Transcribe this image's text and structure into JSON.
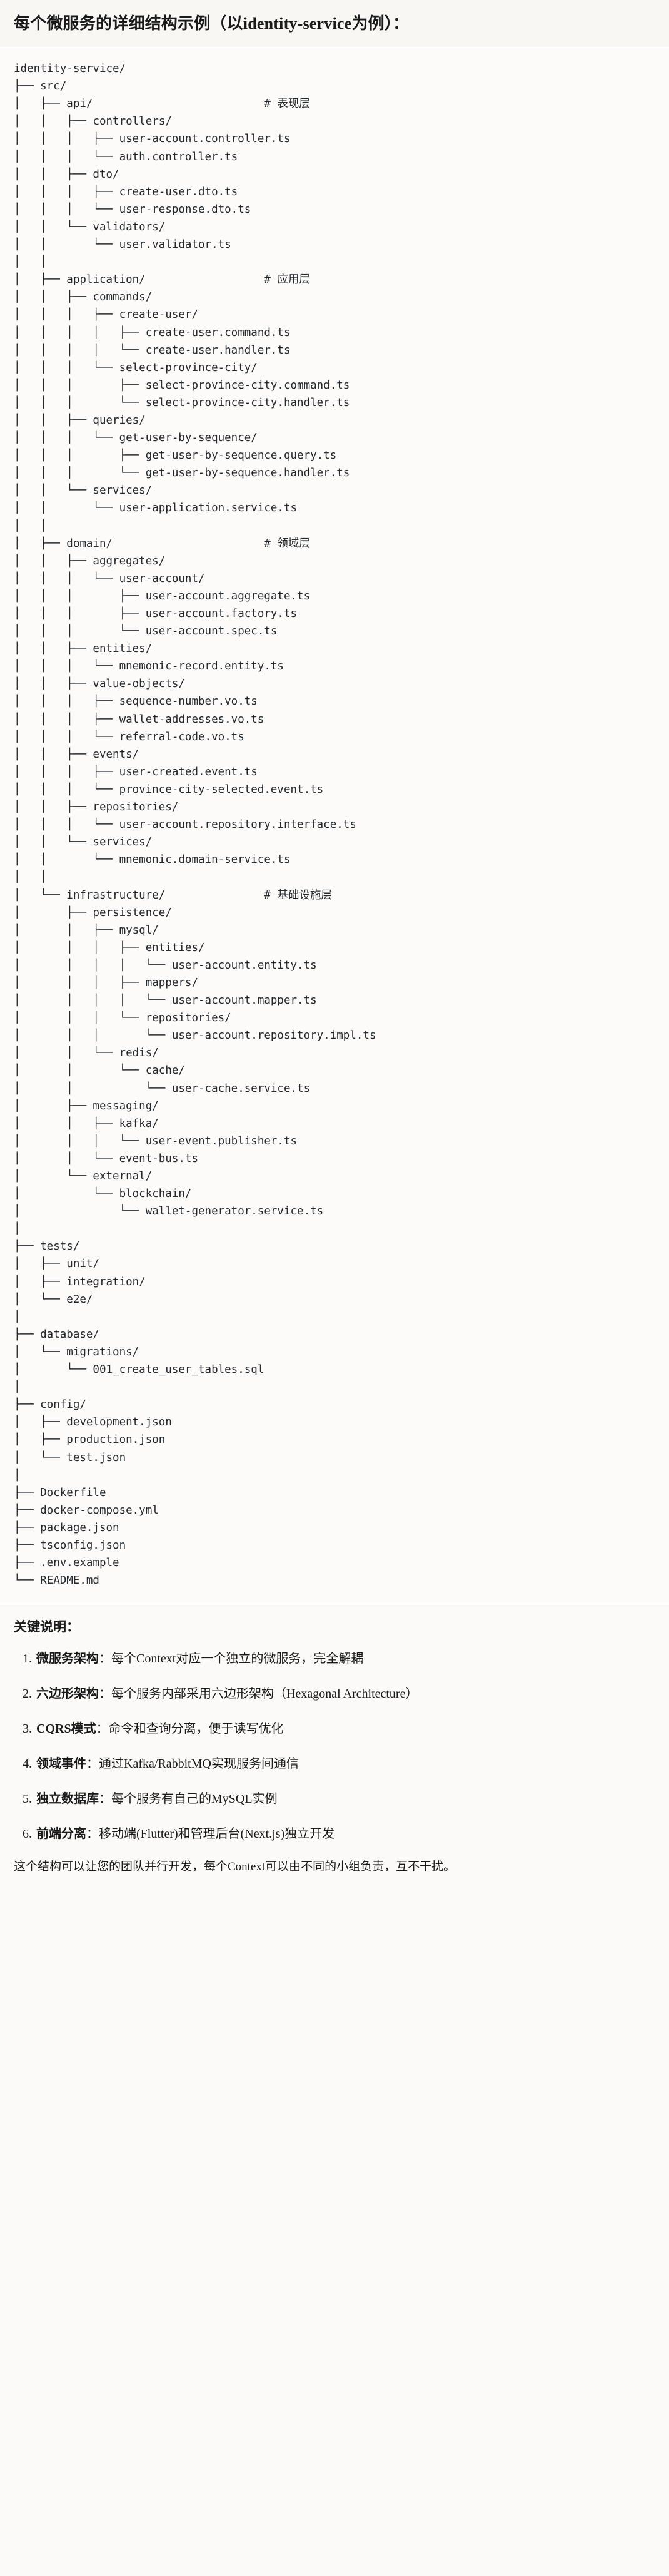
{
  "header": {
    "title": "每个微服务的详细结构示例（以identity-service为例）："
  },
  "tree": {
    "text": "identity-service/\n├── src/\n│   ├── api/                          # 表现层\n│   │   ├── controllers/\n│   │   │   ├── user-account.controller.ts\n│   │   │   └── auth.controller.ts\n│   │   ├── dto/\n│   │   │   ├── create-user.dto.ts\n│   │   │   └── user-response.dto.ts\n│   │   └── validators/\n│   │       └── user.validator.ts\n│   │\n│   ├── application/                  # 应用层\n│   │   ├── commands/\n│   │   │   ├── create-user/\n│   │   │   │   ├── create-user.command.ts\n│   │   │   │   └── create-user.handler.ts\n│   │   │   └── select-province-city/\n│   │   │       ├── select-province-city.command.ts\n│   │   │       └── select-province-city.handler.ts\n│   │   ├── queries/\n│   │   │   └── get-user-by-sequence/\n│   │   │       ├── get-user-by-sequence.query.ts\n│   │   │       └── get-user-by-sequence.handler.ts\n│   │   └── services/\n│   │       └── user-application.service.ts\n│   │\n│   ├── domain/                       # 领域层\n│   │   ├── aggregates/\n│   │   │   └── user-account/\n│   │   │       ├── user-account.aggregate.ts\n│   │   │       ├── user-account.factory.ts\n│   │   │       └── user-account.spec.ts\n│   │   ├── entities/\n│   │   │   └── mnemonic-record.entity.ts\n│   │   ├── value-objects/\n│   │   │   ├── sequence-number.vo.ts\n│   │   │   ├── wallet-addresses.vo.ts\n│   │   │   └── referral-code.vo.ts\n│   │   ├── events/\n│   │   │   ├── user-created.event.ts\n│   │   │   └── province-city-selected.event.ts\n│   │   ├── repositories/\n│   │   │   └── user-account.repository.interface.ts\n│   │   └── services/\n│   │       └── mnemonic.domain-service.ts\n│   │\n│   └── infrastructure/               # 基础设施层\n│       ├── persistence/\n│       │   ├── mysql/\n│       │   │   ├── entities/\n│       │   │   │   └── user-account.entity.ts\n│       │   │   ├── mappers/\n│       │   │   │   └── user-account.mapper.ts\n│       │   │   └── repositories/\n│       │   │       └── user-account.repository.impl.ts\n│       │   └── redis/\n│       │       └── cache/\n│       │           └── user-cache.service.ts\n│       ├── messaging/\n│       │   ├── kafka/\n│       │   │   └── user-event.publisher.ts\n│       │   └── event-bus.ts\n│       └── external/\n│           └── blockchain/\n│               └── wallet-generator.service.ts\n│\n├── tests/\n│   ├── unit/\n│   ├── integration/\n│   └── e2e/\n│\n├── database/\n│   └── migrations/\n│       └── 001_create_user_tables.sql\n│\n├── config/\n│   ├── development.json\n│   ├── production.json\n│   └── test.json\n│\n├── Dockerfile\n├── docker-compose.yml\n├── package.json\n├── tsconfig.json\n├── .env.example\n└── README.md"
  },
  "notes": {
    "heading": "关键说明：",
    "items": [
      {
        "term": "微服务架构",
        "sep": "：",
        "desc": "每个Context对应一个独立的微服务，完全解耦"
      },
      {
        "term": "六边形架构",
        "sep": "：",
        "desc": "每个服务内部采用六边形架构（Hexagonal Architecture）"
      },
      {
        "term": "CQRS模式",
        "sep": "：",
        "desc": "命令和查询分离，便于读写优化"
      },
      {
        "term": "领域事件",
        "sep": "：",
        "desc": "通过Kafka/RabbitMQ实现服务间通信"
      },
      {
        "term": "独立数据库",
        "sep": "：",
        "desc": "每个服务有自己的MySQL实例"
      },
      {
        "term": "前端分离",
        "sep": "：",
        "desc": "移动端(Flutter)和管理后台(Next.js)独立开发"
      }
    ],
    "closing": "这个结构可以让您的团队并行开发，每个Context可以由不同的小组负责，互不干扰。"
  }
}
